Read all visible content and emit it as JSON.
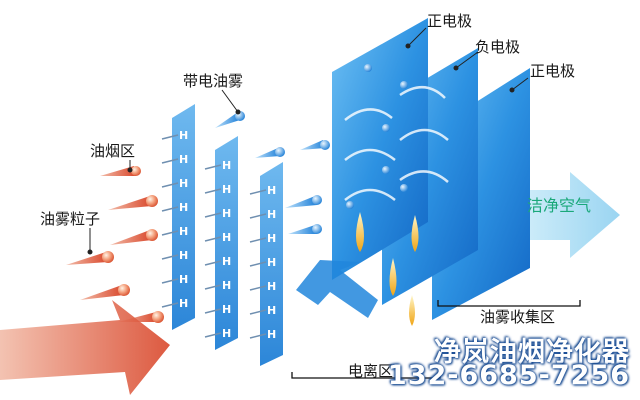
{
  "labels": {
    "positive_electrode_1": "正电极",
    "negative_electrode": "负电极",
    "positive_electrode_2": "正电极",
    "charged_oil_mist": "带电油雾",
    "oil_smoke_zone": "油烟区",
    "oil_mist_particles": "油雾粒子",
    "clean_air": "洁净空气",
    "ionization_zone": "电离区",
    "collection_zone": "油雾收集区"
  },
  "brand": {
    "name": "净岚油烟净化器",
    "phone": "132-6685-7256"
  },
  "colors": {
    "plate_blue": "#1f86dc",
    "plate_light": "#7cc4f4",
    "arrow_red": "#e0573a",
    "arrow_blue": "#2a8fe0",
    "clean_air_text": "#1aa87a",
    "flame": "#f2b21c"
  }
}
